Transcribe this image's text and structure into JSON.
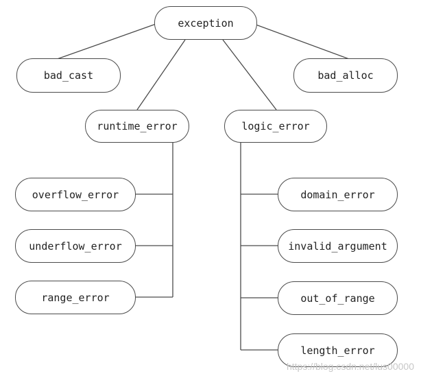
{
  "nodes": {
    "exception": "exception",
    "bad_cast": "bad_cast",
    "bad_alloc": "bad_alloc",
    "runtime_error": "runtime_error",
    "logic_error": "logic_error",
    "overflow_error": "overflow_error",
    "underflow_error": "underflow_error",
    "range_error": "range_error",
    "domain_error": "domain_error",
    "invalid_argument": "invalid_argument",
    "out_of_range": "out_of_range",
    "length_error": "length_error"
  },
  "watermark": "https://blog.csdn.net/lus00000",
  "colors": {
    "line": "#4a4a4a",
    "node_border": "#4a4a4a",
    "text": "#222222",
    "watermark": "#c7c7c7"
  }
}
